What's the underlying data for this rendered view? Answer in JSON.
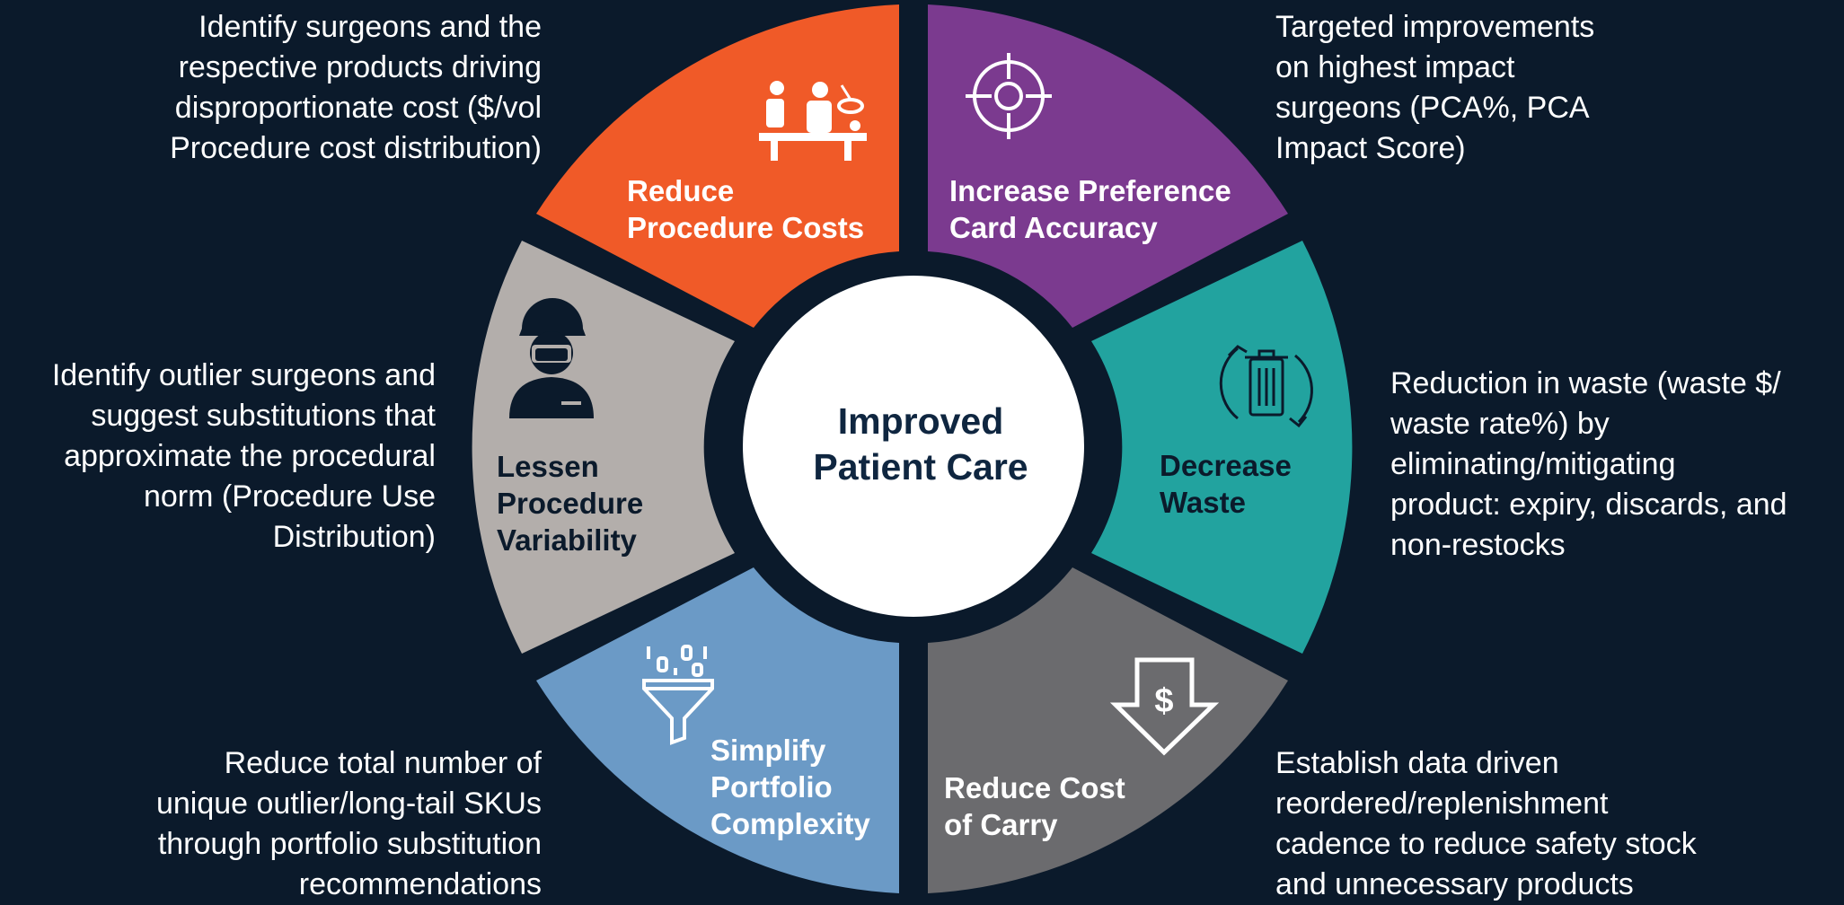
{
  "center": {
    "line1": "Improved",
    "line2": "Patient Care"
  },
  "segments": [
    {
      "id": "reduce-procedure-costs",
      "line1": "Reduce",
      "line2": "Procedure Costs",
      "color": "#f05a28",
      "icon": "surgery-icon",
      "description": [
        "Identify surgeons and the",
        "respective products driving",
        "disproportionate cost ($/vol",
        "Procedure cost distribution)"
      ]
    },
    {
      "id": "increase-preference-card-accuracy",
      "line1": "Increase Preference",
      "line2": "Card Accuracy",
      "color": "#7b3a8f",
      "icon": "target-icon",
      "description": [
        "Targeted improvements",
        "on highest impact",
        "surgeons (PCA%, PCA",
        "Impact Score)"
      ]
    },
    {
      "id": "decrease-waste",
      "line1": "Decrease",
      "line2": "Waste",
      "color": "#22a39f",
      "icon": "recycle-trash-icon",
      "description": [
        "Reduction in waste (waste $/",
        "waste rate%) by",
        "eliminating/mitigating",
        "product: expiry, discards, and",
        "non-restocks"
      ]
    },
    {
      "id": "reduce-cost-of-carry",
      "line1": "Reduce Cost",
      "line2": "of Carry",
      "color": "#6b6b6e",
      "icon": "dollar-down-arrow-icon",
      "description": [
        "Establish data driven",
        "reordered/replenishment",
        "cadence to reduce safety stock",
        "and unnecessary products"
      ]
    },
    {
      "id": "simplify-portfolio-complexity",
      "line1": "Simplify",
      "line2": "Portfolio",
      "line3": "Complexity",
      "color": "#6b9ac6",
      "icon": "filter-funnel-icon",
      "description": [
        "Reduce total number of",
        "unique outlier/long-tail SKUs",
        "through portfolio substitution",
        "recommendations"
      ]
    },
    {
      "id": "lessen-procedure-variability",
      "line1": "Lessen",
      "line2": "Procedure",
      "line3": "Variability",
      "color": "#b3aeab",
      "icon": "surgeon-icon",
      "description": [
        "Identify outlier surgeons and",
        "suggest substitutions that",
        "approximate the procedural",
        "norm (Procedure Use",
        "Distribution)"
      ]
    }
  ]
}
